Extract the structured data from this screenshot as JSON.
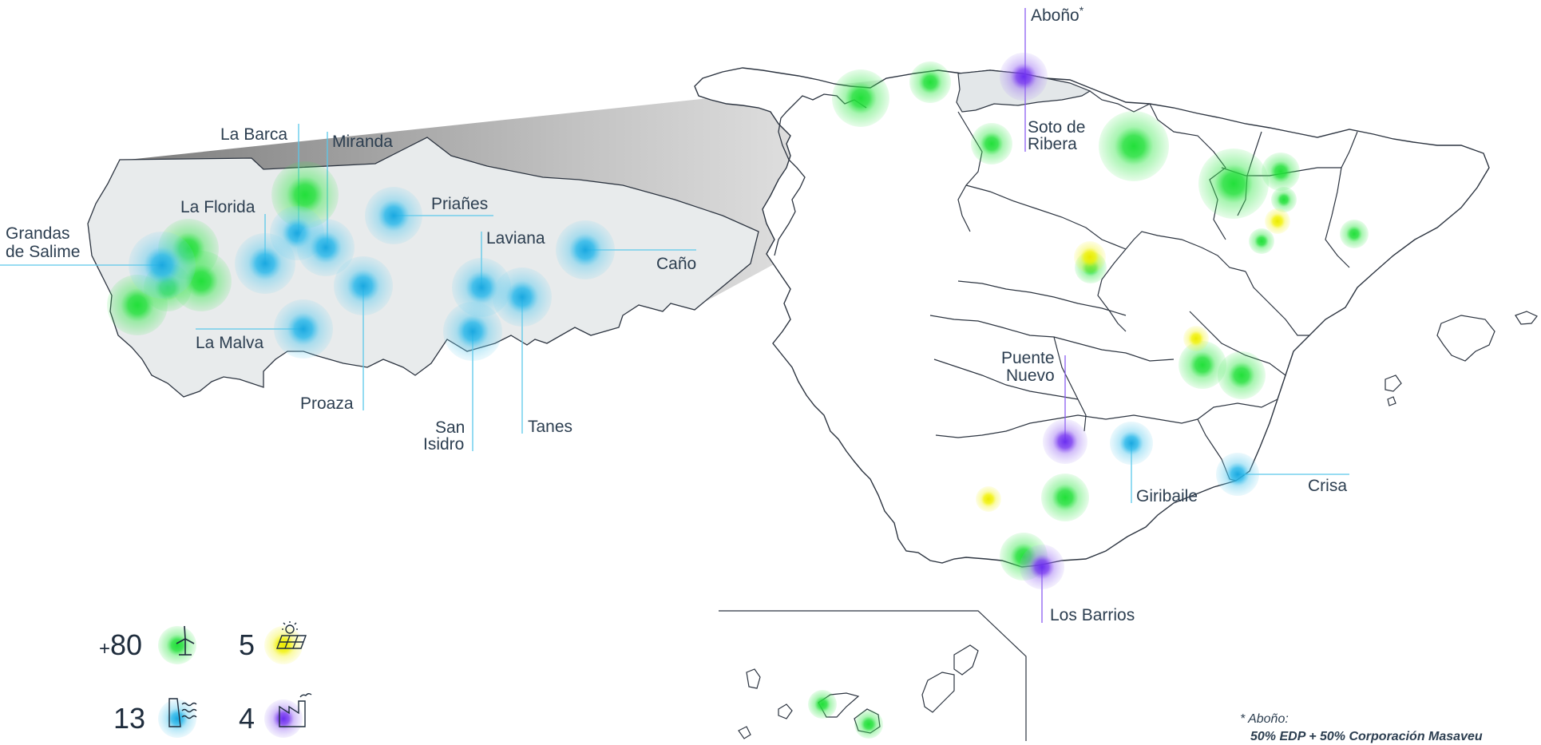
{
  "colors": {
    "wind": "#22e03a",
    "solar": "#f2f20a",
    "hydro": "#1ab4e8",
    "thermal": "#7a3cf0",
    "border": "#2c3440",
    "land_fill": "#ffffff",
    "asturias_fill": "#e8ebec",
    "hydro_line": "#5bc8ea",
    "thermal_line": "#8a5cf0"
  },
  "asturias_labels": {
    "la_barca": "La Barca",
    "miranda": "Miranda",
    "la_florida": "La Florida",
    "prianes": "Priañes",
    "grandas_1": "Grandas",
    "grandas_2": "de Salime",
    "laviana": "Laviana",
    "cano": "Caño",
    "la_malva": "La Malva",
    "proaza": "Proaza",
    "san_isidro_1": "San",
    "san_isidro_2": "Isidro",
    "tanes": "Tanes"
  },
  "spain_labels": {
    "abono": "Aboño",
    "abono_mark": "*",
    "soto_1": "Soto de",
    "soto_2": "Ribera",
    "puente_1": "Puente",
    "puente_2": "Nuevo",
    "giribaile": "Giribaile",
    "crisa": "Crisa",
    "los_barrios": "Los Barrios"
  },
  "legend": {
    "wind": {
      "prefix": "+",
      "count": "80",
      "icon": "wind-turbine-icon"
    },
    "solar": {
      "count": "5",
      "icon": "solar-panel-icon"
    },
    "hydro": {
      "count": "13",
      "icon": "dam-icon"
    },
    "thermal": {
      "count": "4",
      "icon": "factory-icon"
    }
  },
  "footnote": {
    "title": "* Aboño:",
    "body": "50% EDP + 50% Corporación Masaveu"
  }
}
